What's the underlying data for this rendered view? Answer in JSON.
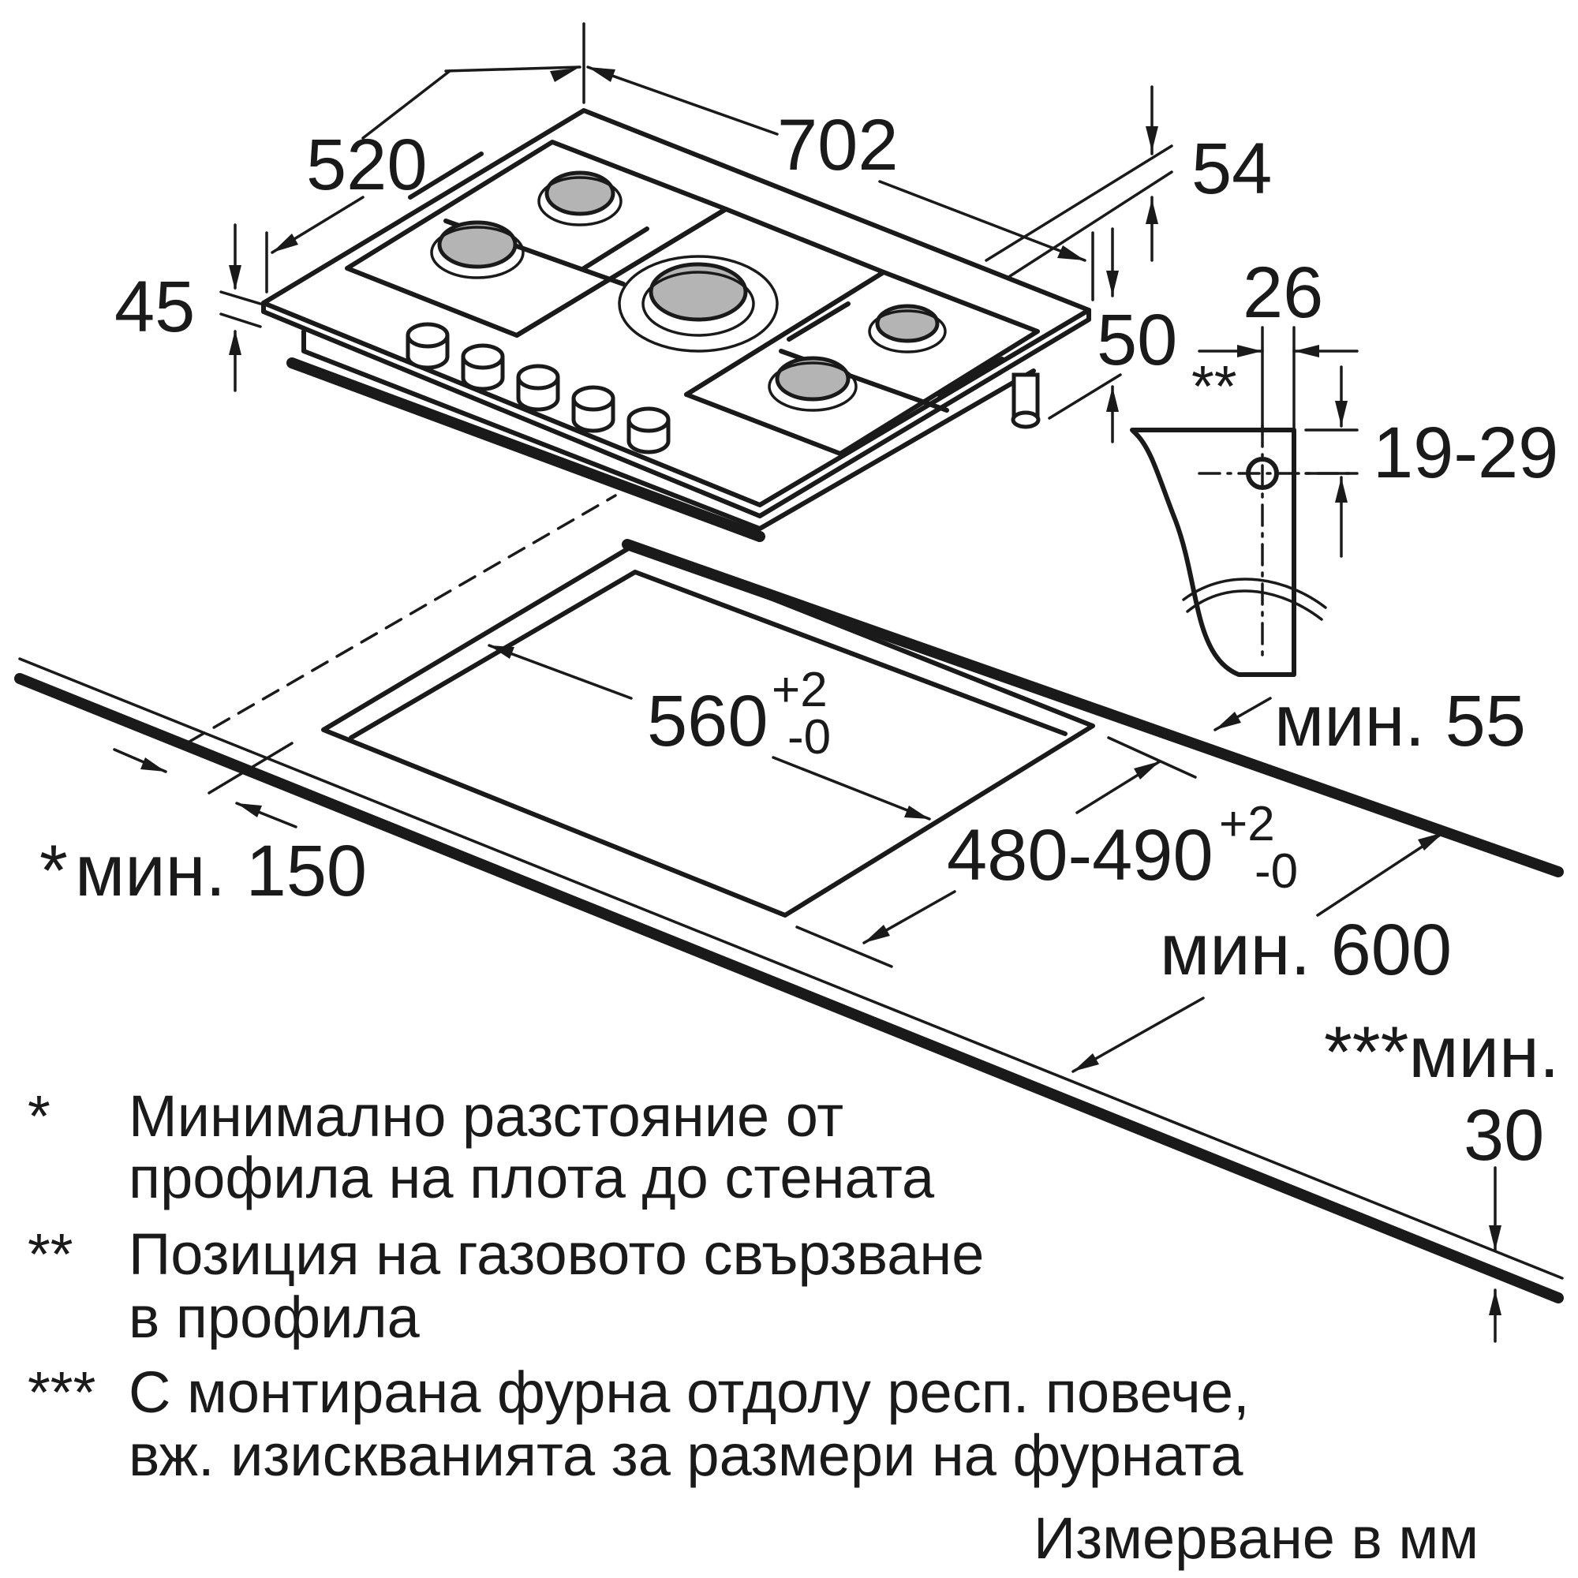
{
  "dimensions": {
    "width_702": "702",
    "depth_520": "520",
    "height_45": "45",
    "grid_54": "54",
    "clearance_50": "50",
    "profile_26": "26",
    "profile_19_29": "19-29",
    "gas_marker": "**",
    "min_55": "мин. 55",
    "cutout_560": "560",
    "cutout_560_tol_plus": "+2",
    "cutout_560_tol_minus": "-0",
    "cutout_480_490": "480-490",
    "cutout_480_tol_plus": "+2",
    "cutout_480_tol_minus": "-0",
    "min_150_star": "*",
    "min_150": "мин. 150",
    "min_600": "мин. 600",
    "min_30_label": "***мин.",
    "min_30_value": "30"
  },
  "notes": [
    {
      "marker": "*",
      "lines": [
        "Минимално разстояние от",
        "профила на плота до стената"
      ]
    },
    {
      "marker": "**",
      "lines": [
        "Позиция на газовото свързване",
        "в профила"
      ]
    },
    {
      "marker": "***",
      "lines": [
        "С монтирана фурна отдолу респ. повече,",
        "вж. изискванията за размери на фурната"
      ]
    }
  ],
  "units_note": "Измерване в мм"
}
